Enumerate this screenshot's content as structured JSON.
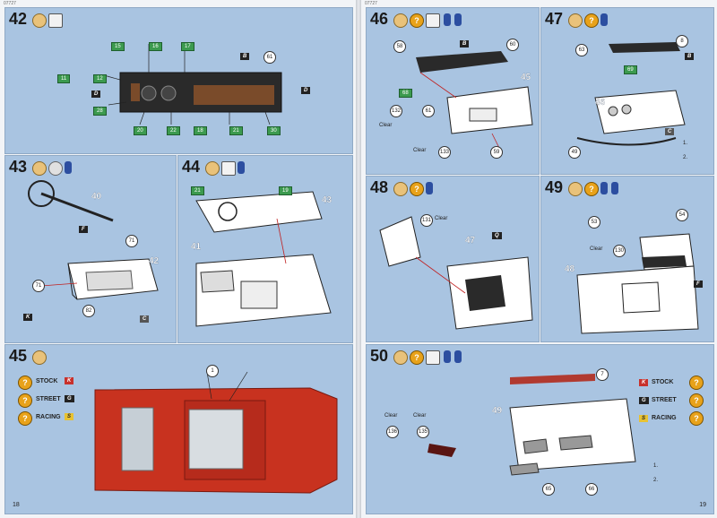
{
  "header": {
    "left_code": "07727",
    "right_code": "07727"
  },
  "pages": {
    "left": "18",
    "right": "19"
  },
  "steps": {
    "s42": {
      "num": "42",
      "parts": [
        "15",
        "16",
        "17",
        "11",
        "12",
        "28",
        "20",
        "22",
        "18",
        "21",
        "30"
      ],
      "part_d": "61",
      "flag_b": "B",
      "flag_d": "D"
    },
    "s43": {
      "num": "43",
      "big": [
        "40",
        "42"
      ],
      "parts": {
        "l": "71",
        "k71": "71",
        "d": "82"
      },
      "flag_f": "F",
      "flag_k": "K",
      "flag_c": "C"
    },
    "s44": {
      "num": "44",
      "big": [
        "43",
        "41"
      ],
      "tags": [
        "21",
        "19"
      ]
    },
    "s45": {
      "num": "45",
      "options": [
        {
          "label": "STOCK",
          "code": "K"
        },
        {
          "label": "STREET",
          "code": "G"
        },
        {
          "label": "RACING",
          "code": "S"
        }
      ],
      "part_k": "1"
    },
    "s46": {
      "num": "46",
      "big": [
        "45"
      ],
      "parts": {
        "l58": "58",
        "c60": "60",
        "m132": "132",
        "l61": "61",
        "m133": "133",
        "l59": "59",
        "t68": "68"
      },
      "flag_b": "B",
      "clear": "Clear"
    },
    "s47": {
      "num": "47",
      "big": [
        "46"
      ],
      "parts": {
        "l63": "63",
        "c8": "8",
        "l49": "49",
        "t69": "69"
      },
      "flag_b": "B",
      "flag_c": "C",
      "steps": [
        "1.",
        "2."
      ]
    },
    "s48": {
      "num": "48",
      "big": [
        "47"
      ],
      "parts": {
        "m131": "131"
      },
      "flag_q": "Q",
      "clear": "Clear"
    },
    "s49": {
      "num": "49",
      "big": [
        "48"
      ],
      "parts": {
        "l53": "53",
        "l54": "54",
        "m130": "130"
      },
      "flag_f": "F",
      "clear": "Clear"
    },
    "s50": {
      "num": "50",
      "big": [
        "49"
      ],
      "parts": {
        "h7": "7",
        "g136": "136",
        "g135": "135",
        "l65": "65",
        "l66": "66"
      },
      "options": [
        {
          "label": "STOCK",
          "code": "K"
        },
        {
          "label": "STREET",
          "code": "G"
        },
        {
          "label": "RACING",
          "code": "S"
        }
      ],
      "clear": "Clear",
      "steps": [
        "1.",
        "2."
      ]
    }
  }
}
